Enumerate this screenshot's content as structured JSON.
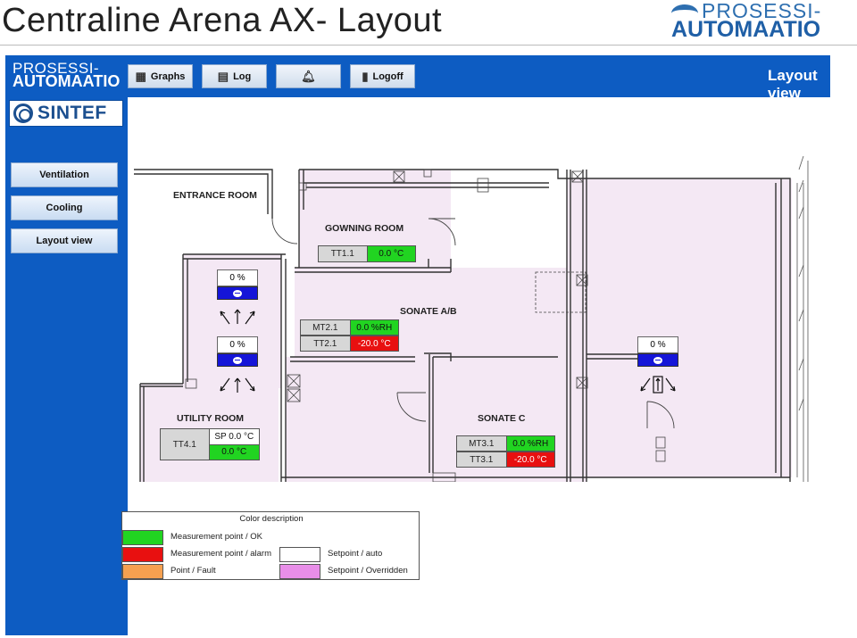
{
  "slide": {
    "title": "Centraline Arena AX- Layout",
    "brand_top": "PROSESSI-",
    "brand_bottom": "AUTOMAATIO"
  },
  "app": {
    "brand_top": "PROSESSI-",
    "brand_bottom": "AUTOMAATIO",
    "partner_logo": "SINTEF",
    "view_title": "Layout view",
    "toolbar": [
      {
        "label": "Graphs",
        "icon": "chart-icon"
      },
      {
        "label": "Log",
        "icon": "log-icon"
      },
      {
        "label": "",
        "icon": "bell-icon"
      },
      {
        "label": "Logoff",
        "icon": "logoff-icon"
      }
    ],
    "nav": [
      {
        "label": "Ventilation"
      },
      {
        "label": "Cooling"
      },
      {
        "label": "Layout view"
      }
    ]
  },
  "rooms": {
    "entrance": "ENTRANCE ROOM",
    "gowning": "GOWNING ROOM",
    "sonate_ab": "SONATE A/B",
    "utility": "UTILITY ROOM",
    "sonate_c": "SONATE C"
  },
  "sensors": {
    "tt11": {
      "name": "TT1.1",
      "value": "0.0 °C",
      "status": "ok"
    },
    "mt21": {
      "name": "MT2.1",
      "value": "0.0 %RH",
      "status": "ok"
    },
    "tt21": {
      "name": "TT2.1",
      "value": "-20.0 °C",
      "status": "alarm"
    },
    "tt41": {
      "name": "TT4.1",
      "setpoint": "SP 0.0 °C",
      "value": "0.0 °C",
      "status": "ok"
    },
    "mt31": {
      "name": "MT3.1",
      "value": "0.0 %RH",
      "status": "ok"
    },
    "tt31": {
      "name": "TT3.1",
      "value": "-20.0 °C",
      "status": "alarm"
    }
  },
  "vents": [
    {
      "id": "vent-1",
      "value": "0 %"
    },
    {
      "id": "vent-2",
      "value": "0 %"
    },
    {
      "id": "vent-3",
      "value": "0 %"
    }
  ],
  "legend": {
    "title": "Color description",
    "items": [
      {
        "label": "Measurement point / OK",
        "color": "#21d421"
      },
      {
        "label": "Measurement point / alarm",
        "color": "#e81010"
      },
      {
        "label": "Point / Fault",
        "color": "#f5a050"
      },
      {
        "label": "Setpoint / auto",
        "color": "#ffffff"
      },
      {
        "label": "Setpoint / Overridden",
        "color": "#e88ee8"
      }
    ]
  },
  "colors": {
    "app_blue": "#0d5cc2",
    "room_fill": "#f4e8f4",
    "ok": "#21d421",
    "alarm": "#e81010"
  }
}
